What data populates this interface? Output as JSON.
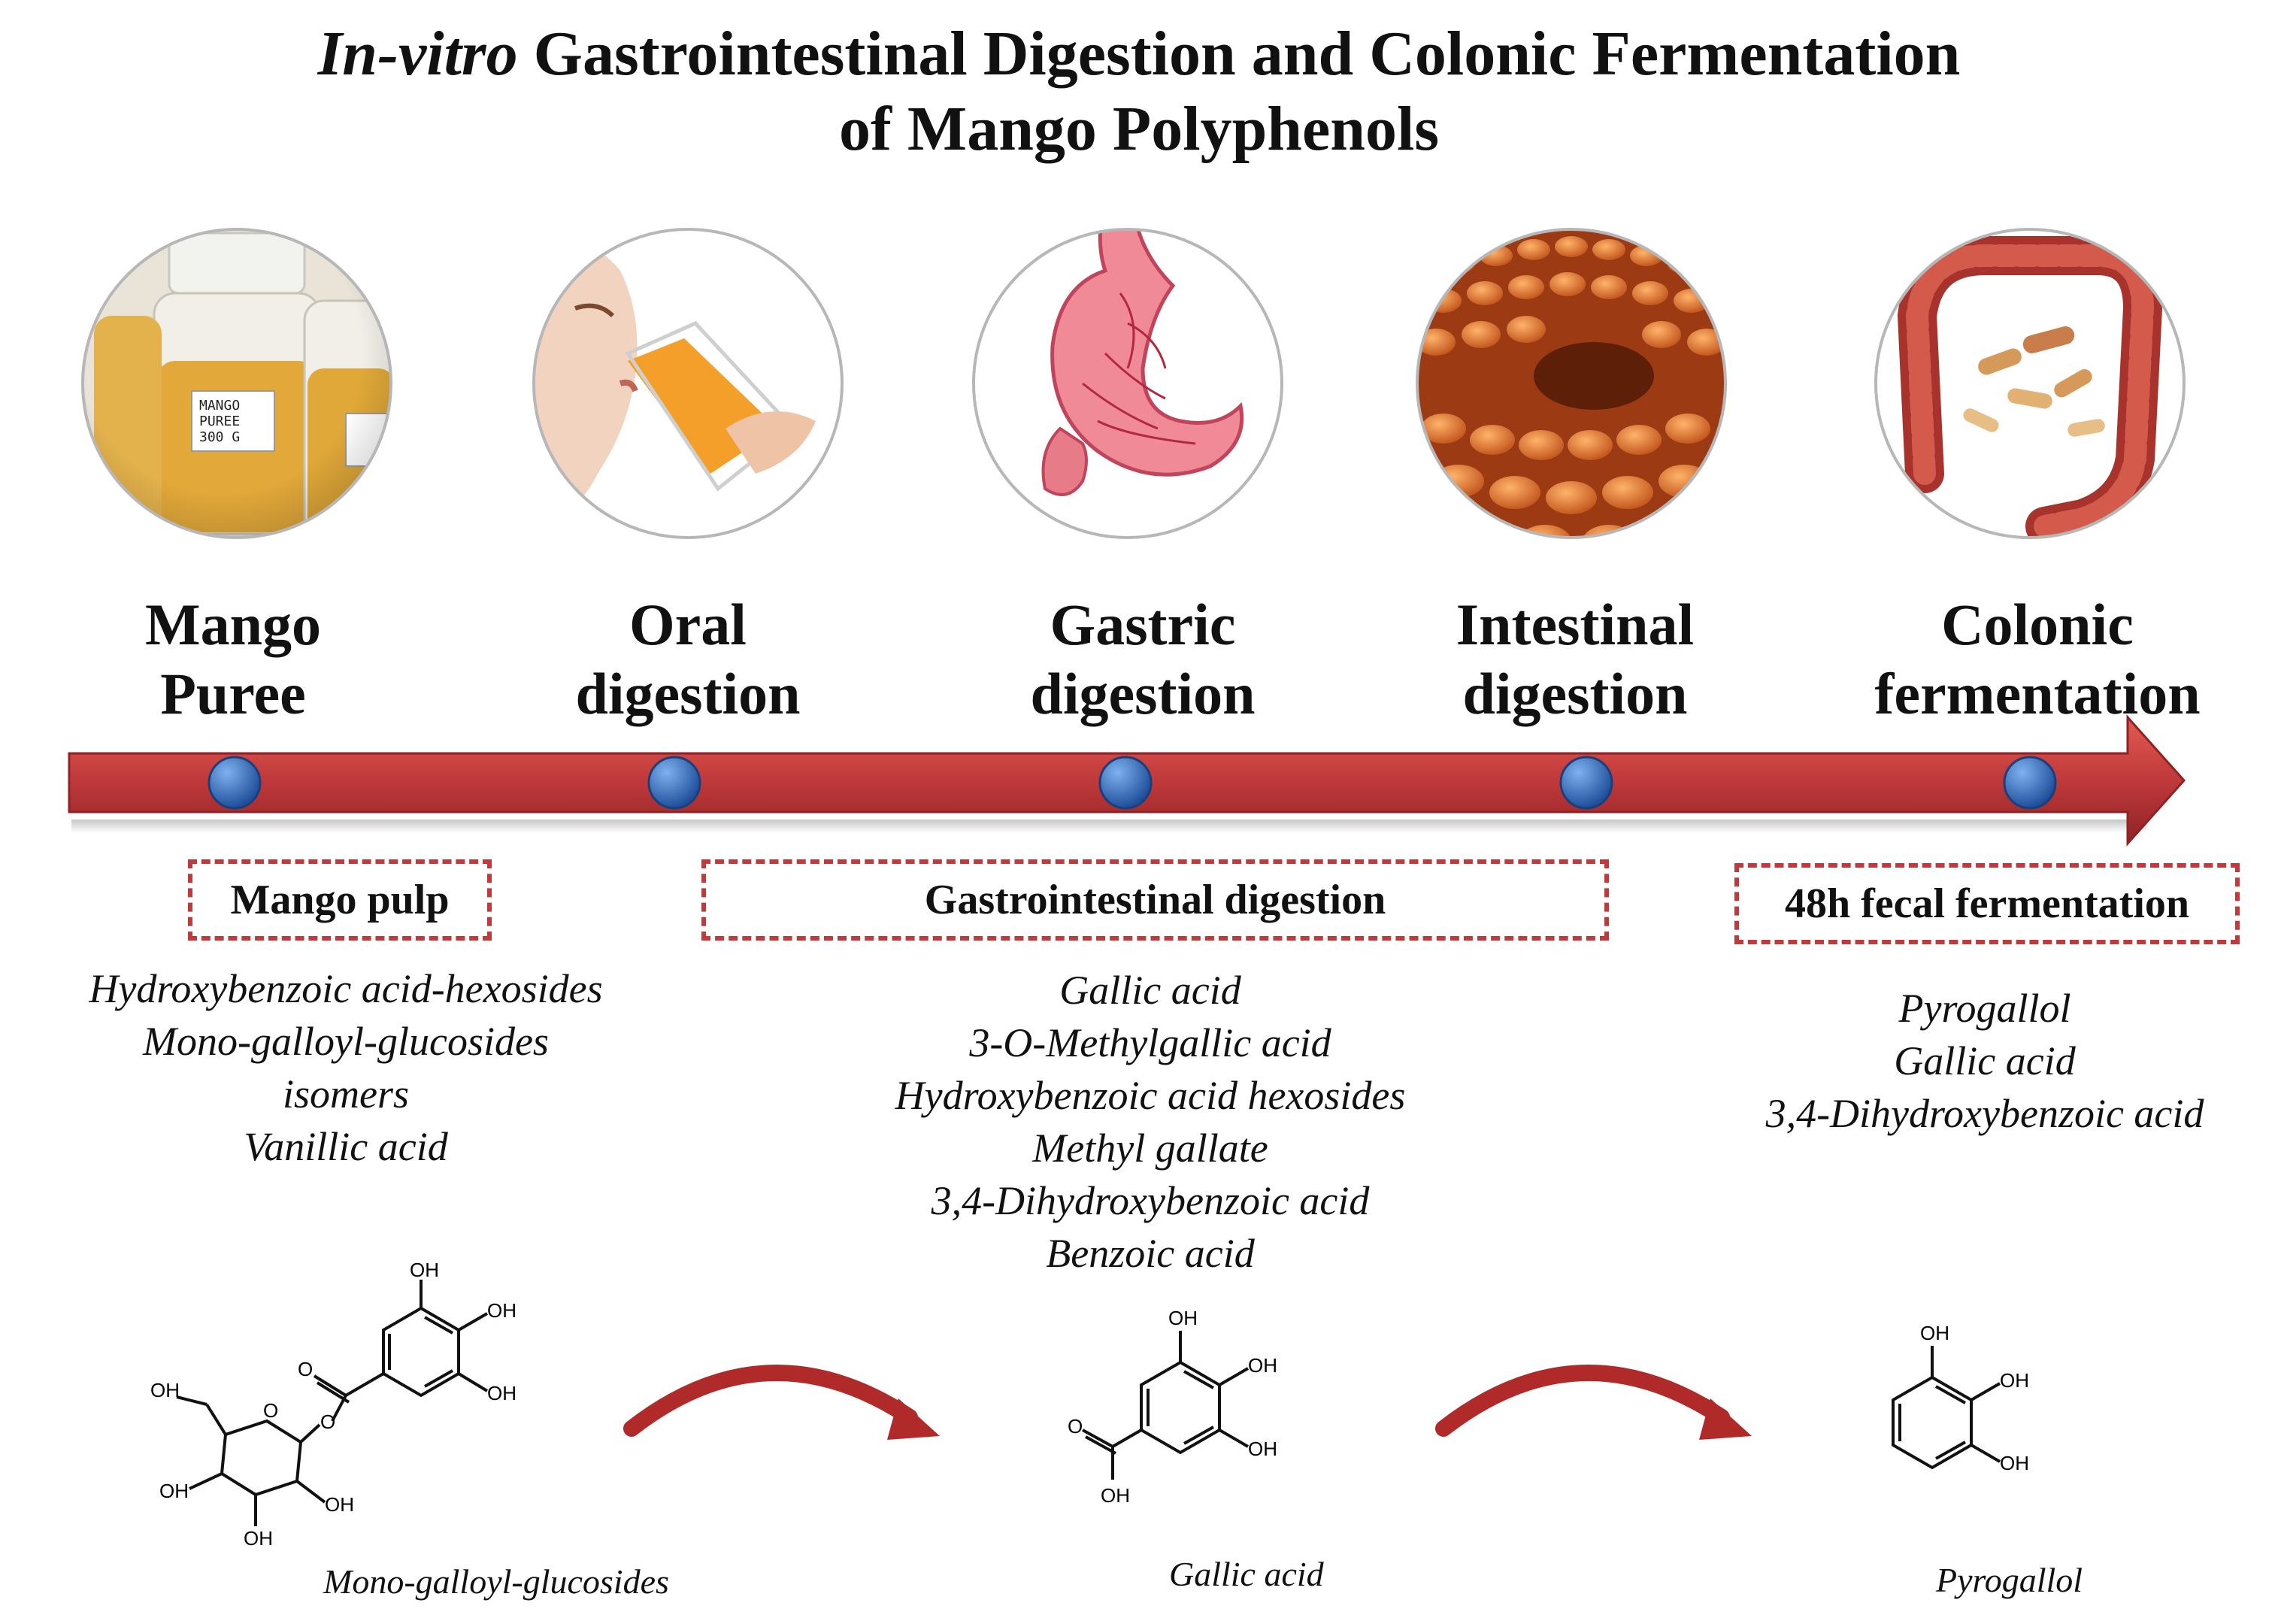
{
  "title": {
    "italic_part": "In-vitro",
    "line1_rest": " Gastrointestinal Digestion and Colonic Fermentation",
    "line2": "of Mango Polyphenols"
  },
  "stages": [
    {
      "line1": "Mango",
      "line2": "Puree",
      "image": "mango-puree-bottles-photo",
      "image_text": "MANGO PUREE 300 G"
    },
    {
      "line1": "Oral",
      "line2": "digestion",
      "image": "woman-drinking-juice-photo"
    },
    {
      "line1": "Gastric",
      "line2": "digestion",
      "image": "stomach-illustration"
    },
    {
      "line1": "Intestinal",
      "line2": "digestion",
      "image": "intestinal-villi-illustration"
    },
    {
      "line1": "Colonic",
      "line2": "fermentation",
      "image": "colon-bacteria-illustration"
    }
  ],
  "phases": {
    "mango_pulp": "Mango pulp",
    "gi_digestion": "Gastrointestinal digestion",
    "fecal": "48h fecal fermentation"
  },
  "compounds": {
    "pulp": [
      "Hydroxybenzoic acid-hexosides",
      "Mono-galloyl-glucosides",
      "isomers",
      "Vanillic acid"
    ],
    "gi": [
      "Gallic acid",
      "3-O-Methylgallic acid",
      "Hydroxybenzoic acid hexosides",
      "Methyl gallate",
      "3,4-Dihydroxybenzoic acid",
      "Benzoic acid"
    ],
    "fecal": [
      "Pyrogallol",
      "Gallic acid",
      "3,4-Dihydroxybenzoic acid"
    ]
  },
  "structures": {
    "mgg": {
      "name": "Mono-galloyl-glucosides",
      "atoms": {
        "oh1": "OH",
        "oh2": "OH",
        "oh3": "OH",
        "oh4": "OH",
        "oh5": "OH",
        "oh6": "OH",
        "oh7": "OH",
        "o1": "O",
        "o2": "O",
        "o3": "O"
      }
    },
    "gallic": {
      "name": "Gallic acid",
      "atoms": {
        "oh1": "OH",
        "oh2": "OH",
        "oh3": "OH",
        "oh4": "OH",
        "o1": "O"
      }
    },
    "pyro": {
      "name": "Pyrogallol",
      "atoms": {
        "oh1": "OH",
        "oh2": "OH",
        "oh3": "OH"
      }
    }
  },
  "colors": {
    "timeline_arrow": "#c0393b",
    "timeline_nodes": "#2f62b3",
    "dashed_box_border": "#c0393b",
    "curved_arrows": "#b02a2a"
  }
}
